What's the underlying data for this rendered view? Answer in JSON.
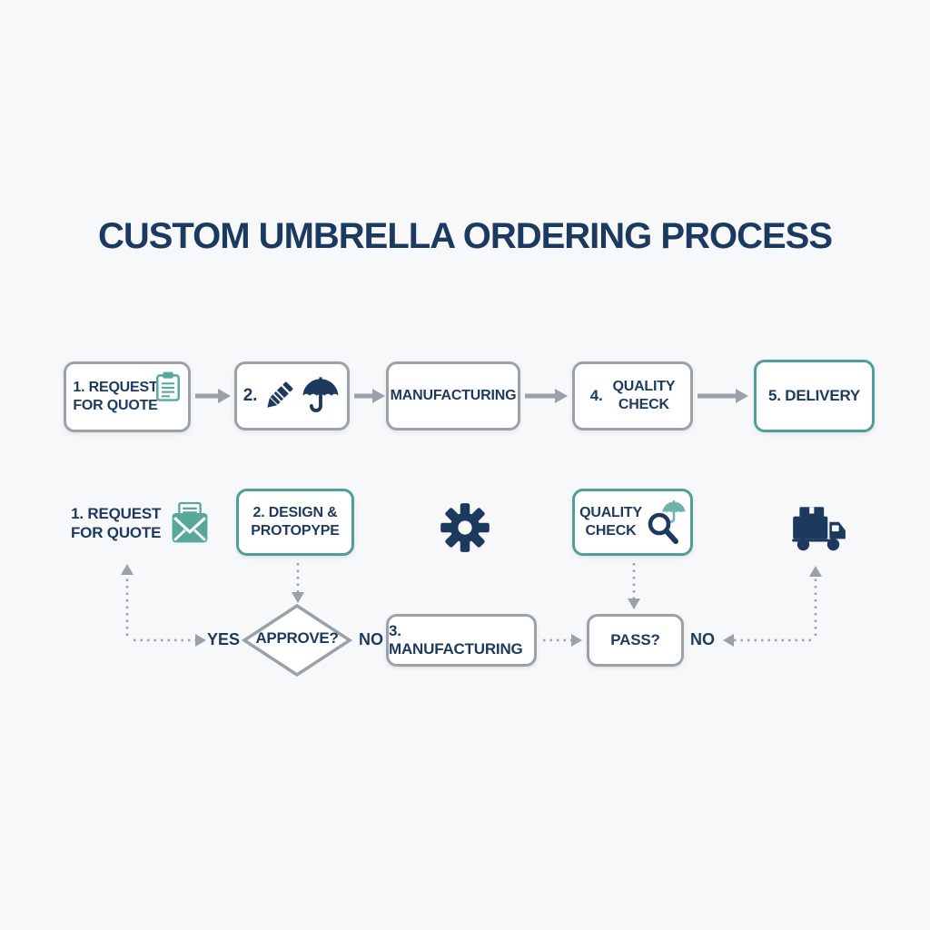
{
  "title": "CUSTOM UMBRELLA ORDERING PROCESS",
  "colors": {
    "navy": "#1d3a5e",
    "teal": "#56a89e",
    "teal_border": "#4f9e9a",
    "teal_light": "#6fb3ac",
    "gray_border": "#9aa1a8",
    "background": "#f7f8fa",
    "node_fill": "#ffffff"
  },
  "flow_top": {
    "step1": {
      "line1": "1. REQUEST",
      "line2": "FOR QUOTE"
    },
    "step2": {
      "number": "2."
    },
    "step3": {
      "label": "MANUFACTURING"
    },
    "step4": {
      "number": "4.",
      "line1": "QUALITY",
      "line2": "CHECK"
    },
    "step5": {
      "label": "5. DELIVERY"
    }
  },
  "flow_mid": {
    "request": {
      "line1": "1. REQUEST",
      "line2": "FOR QUOTE"
    },
    "design": {
      "line1": "2. DESIGN &",
      "line2": "PROTOPYPE"
    },
    "quality": {
      "line1": "QUALITY",
      "line2": "CHECK"
    }
  },
  "flow_bottom": {
    "yes": "YES",
    "approve": "APPROVE?",
    "no_left": "NO",
    "manufacturing": "3. MANUFACTURING",
    "pass": "PASS?",
    "no_right": "NO"
  },
  "icons": {
    "clipboard": "clipboard-icon",
    "pencil": "pencil-icon",
    "umbrella": "umbrella-icon",
    "envelope": "envelope-icon",
    "gear": "gear-icon",
    "magnifier_umbrella": "magnifier-umbrella-icon",
    "truck": "delivery-truck-icon"
  }
}
